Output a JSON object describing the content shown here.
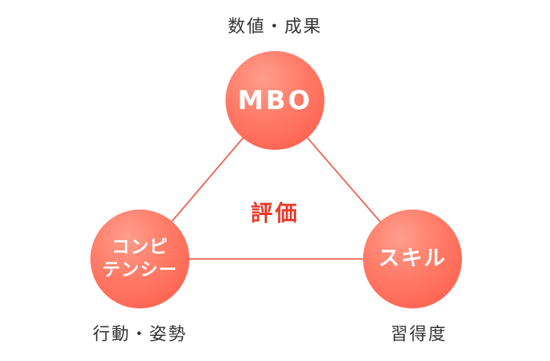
{
  "diagram": {
    "title_semantics": "evaluation-triangle",
    "center_label": "評価",
    "nodes": {
      "mbo": {
        "label": "MBO",
        "caption": "数値・成果"
      },
      "competency": {
        "label_line1": "コンピ",
        "label_line2": "テンシー",
        "caption": "行動・姿勢"
      },
      "skill": {
        "label": "スキル",
        "caption": "習得度"
      }
    },
    "colors": {
      "circle_gradient_light": "#ff9d8c",
      "circle_gradient_dark": "#ff5a47",
      "connector_line": "#f0604e",
      "center_label_text": "#e93a2a",
      "caption_text": "#333333",
      "node_text": "#ffffff",
      "background": "#ffffff"
    }
  }
}
